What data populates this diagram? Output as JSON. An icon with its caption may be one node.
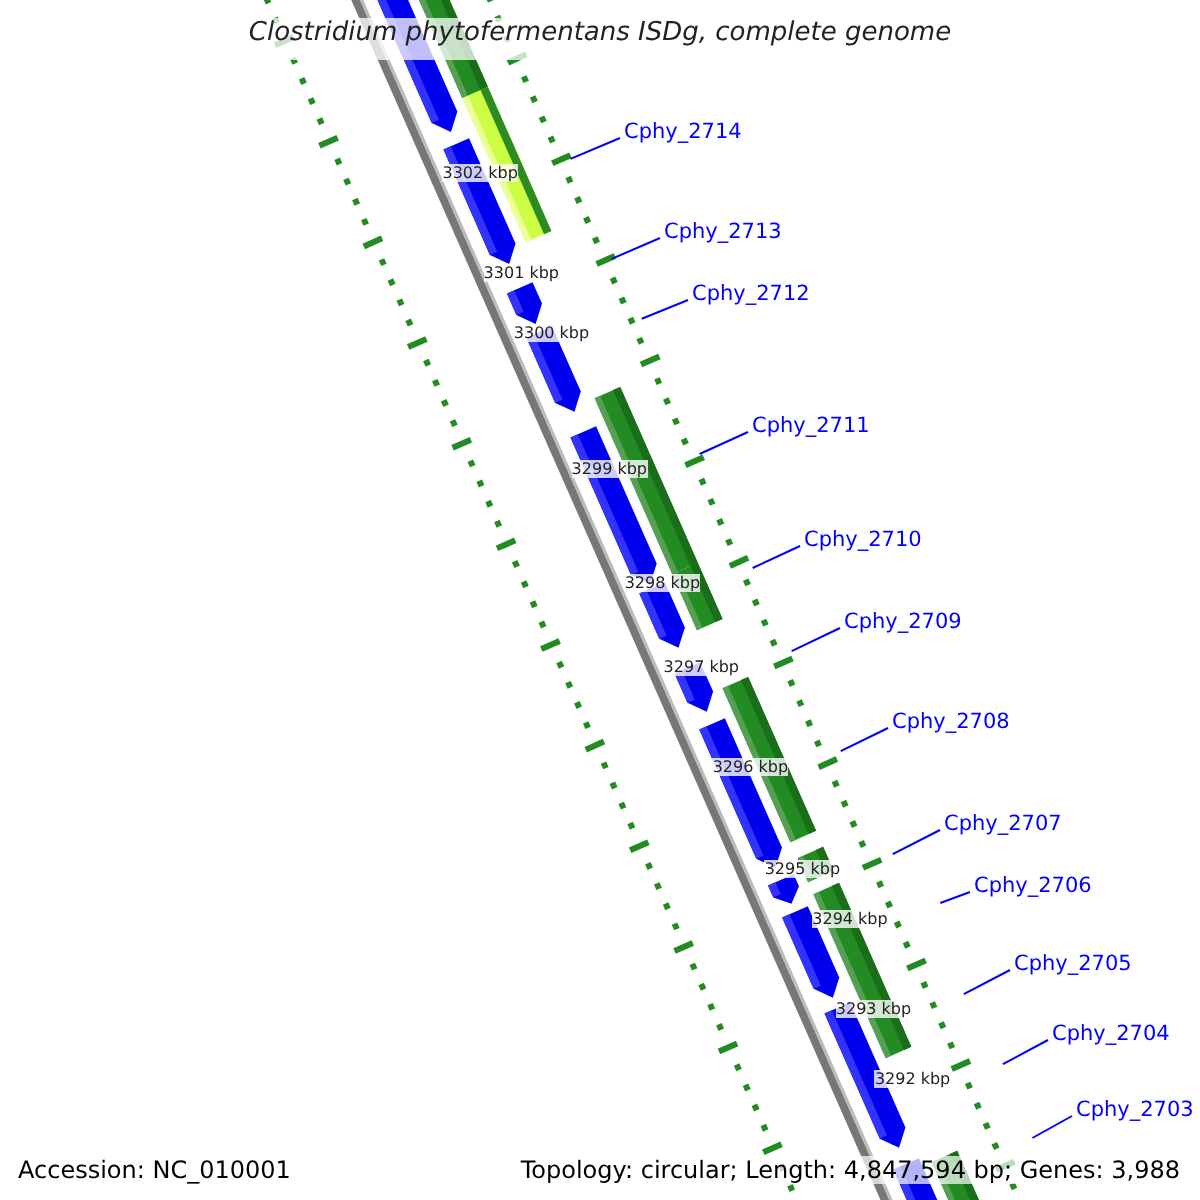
{
  "diagram": {
    "title": "Clostridium phytofermentans ISDg, complete genome",
    "nodes": [
      {
        "text": [
          "Cphy_2714"
        ]
      },
      {
        "text": [
          "Cphy_2713"
        ]
      },
      {
        "text": [
          "Cphy_2712"
        ]
      },
      {
        "text": [
          "Cphy_2711"
        ]
      },
      {
        "text": [
          "Cphy_2710"
        ]
      },
      {
        "text": [
          "Cphy_2709"
        ]
      },
      {
        "text": [
          "Cphy_2708"
        ]
      },
      {
        "text": [
          "Cphy_2707"
        ]
      },
      {
        "text": [
          "Cphy_2706"
        ]
      },
      {
        "text": [
          "Cphy_2705"
        ]
      },
      {
        "text": [
          "Cphy_2704"
        ]
      },
      {
        "text": [
          "Cphy_2703"
        ]
      }
    ],
    "edges": [
      {
        "from": 0,
        "to": null,
        "arrow": "none"
      },
      {
        "from": 1,
        "to": null,
        "arrow": "none"
      },
      {
        "from": 2,
        "to": null,
        "arrow": "none"
      },
      {
        "from": 3,
        "to": null,
        "arrow": "none"
      },
      {
        "from": 4,
        "to": null,
        "arrow": "none"
      },
      {
        "from": 5,
        "to": null,
        "arrow": "none"
      },
      {
        "from": 6,
        "to": null,
        "arrow": "none"
      },
      {
        "from": 7,
        "to": null,
        "arrow": "none"
      },
      {
        "from": 8,
        "to": null,
        "arrow": "none"
      },
      {
        "from": 9,
        "to": null,
        "arrow": "none"
      },
      {
        "from": 10,
        "to": null,
        "arrow": "none"
      },
      {
        "from": 11,
        "to": null,
        "arrow": "none"
      }
    ],
    "labels": [
      "3302 kbp",
      "3301 kbp",
      "3300 kbp",
      "3299 kbp",
      "3298 kbp",
      "3297 kbp",
      "3296 kbp",
      "3295 kbp",
      "3294 kbp",
      "3293 kbp",
      "3292 kbp",
      "Accession: NC_010001",
      "Topology: circular; Length: 4,847,594 bp; Genes: 3,988"
    ]
  }
}
